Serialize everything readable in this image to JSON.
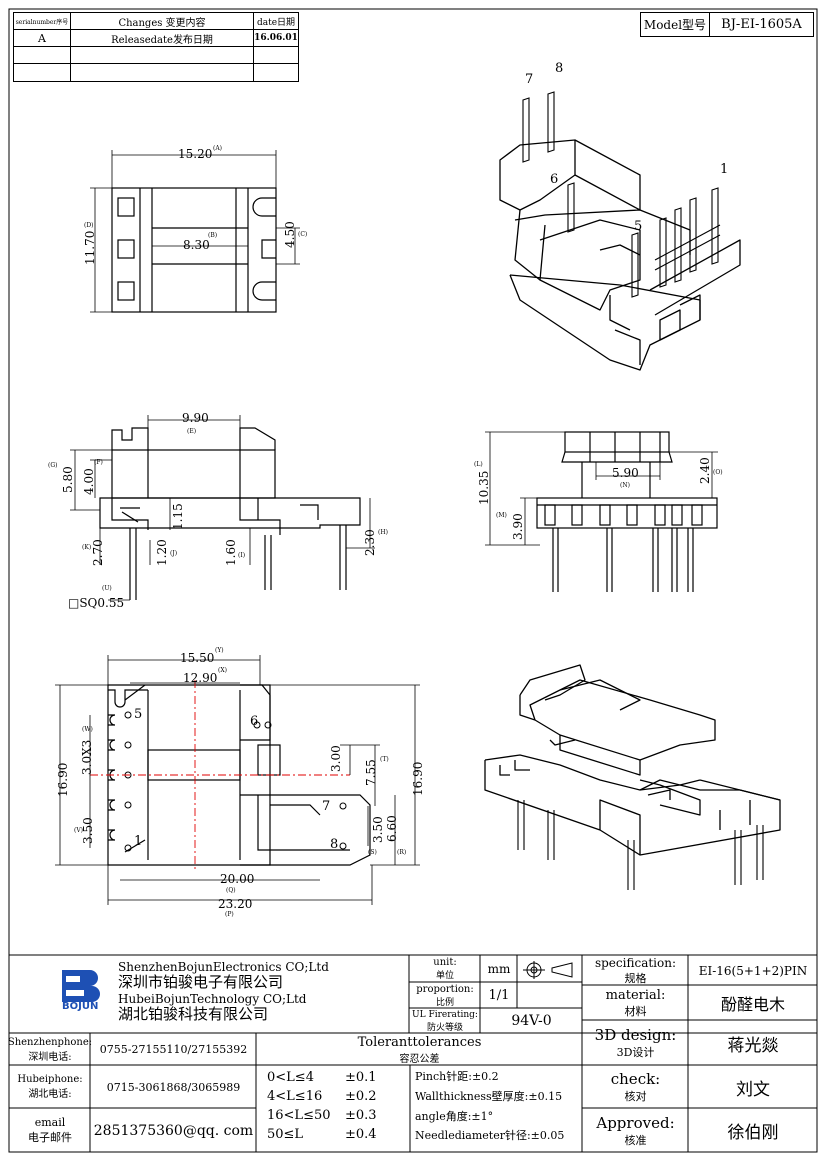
{
  "revision_table": {
    "headers": [
      "serialnumber序号",
      "Changes 变更内容",
      "date日期"
    ],
    "rows": [
      [
        "A",
        "Releasedate发布日期",
        "16.06.01"
      ]
    ]
  },
  "model": {
    "label": "Model型号",
    "value": "BJ-EI-1605A"
  },
  "top_view": {
    "dims": [
      {
        "value": "15.20",
        "tag": "(A)"
      },
      {
        "value": "8.30",
        "tag": "(B)"
      },
      {
        "value": "4.50",
        "tag": "(C)"
      },
      {
        "value": "11.70",
        "tag": "(D)"
      }
    ]
  },
  "iso_top_pins": [
    "7",
    "8",
    "6",
    "1",
    "5"
  ],
  "front_view": {
    "dims": [
      {
        "value": "9.90",
        "tag": "(E)"
      },
      {
        "value": "4.00",
        "tag": "(F)"
      },
      {
        "value": "5.80",
        "tag": "(G)"
      },
      {
        "value": "2.30",
        "tag": "(H)"
      },
      {
        "value": "1.60",
        "tag": "(I)"
      },
      {
        "value": "1.20",
        "tag": "(J)"
      },
      {
        "value": "2.70",
        "tag": "(K)"
      },
      {
        "value": "1.15",
        "tag": ""
      },
      {
        "value": "□SQ0.55",
        "tag": "(U)"
      }
    ]
  },
  "side_view": {
    "dims": [
      {
        "value": "10.35",
        "tag": "(L)"
      },
      {
        "value": "3.90",
        "tag": "(M)"
      },
      {
        "value": "5.90",
        "tag": "(N)"
      },
      {
        "value": "2.40",
        "tag": "(O)"
      }
    ]
  },
  "bottom_view": {
    "dims": [
      {
        "value": "15.50",
        "tag": "(Y)"
      },
      {
        "value": "12.90",
        "tag": "(X)"
      },
      {
        "value": "3.0X3",
        "tag": "(W)"
      },
      {
        "value": "16.90",
        "tag": ""
      },
      {
        "value": "3.50",
        "tag": "(V)"
      },
      {
        "value": "3.00",
        "tag": ""
      },
      {
        "value": "7.55",
        "tag": "(T)"
      },
      {
        "value": "16.90",
        "tag": ""
      },
      {
        "value": "3.50",
        "tag": "(S)"
      },
      {
        "value": "6.60",
        "tag": "(R)"
      },
      {
        "value": "20.00",
        "tag": "(Q)"
      },
      {
        "value": "23.20",
        "tag": "(P)"
      }
    ],
    "pins": [
      "5",
      "6",
      "1",
      "7",
      "8"
    ]
  },
  "title_block": {
    "company_en_1": "ShenzhenBojunElectronics CO;Ltd",
    "company_cn_1": "深圳市铂骏电子有限公司",
    "company_en_2": "HubeiBojunTechnology CO;Ltd",
    "company_cn_2": "湖北铂骏科技有限公司",
    "logo_text": "BOJUN",
    "unit_label_en": "unit:",
    "unit_label_cn": "单位",
    "unit_value": "mm",
    "proportion_label_en": "proportion:",
    "proportion_label_cn": "比例",
    "proportion_value": "1/1",
    "ul_label_en": "UL Firerating:",
    "ul_label_cn": "防火等级",
    "ul_value": "94V-0",
    "spec_label_en": "specification:",
    "spec_label_cn": "规格",
    "spec_value": "EI-16(5+1+2)PIN",
    "material_label_en": "material:",
    "material_label_cn": "材料",
    "material_value": "酚醛电木",
    "design_label_en": "3D design:",
    "design_label_cn": "3D设计",
    "design_value": "蒋光燚",
    "check_label_en": "check:",
    "check_label_cn": "核对",
    "check_value": "刘文",
    "approved_label_en": "Approved:",
    "approved_label_cn": "核准",
    "approved_value": "徐伯刚",
    "sz_phone_label_en": "Shenzhenphone:",
    "sz_phone_label_cn": "深圳电话:",
    "sz_phone_value": "0755-27155110/27155392",
    "hb_phone_label_en": "Hubeiphone:",
    "hb_phone_label_cn": "湖北电话:",
    "hb_phone_value": "0715-3061868/3065989",
    "email_label_en": "email",
    "email_label_cn": "电子邮件",
    "email_value": "2851375360@qq. com",
    "tol_title_en": "Toleranttolerances",
    "tol_title_cn": "容忍公差",
    "tol_rows": [
      {
        "range": "0<L≤4",
        "tol": "±0.1"
      },
      {
        "range": "4<L≤16",
        "tol": "±0.2"
      },
      {
        "range": "16<L≤50",
        "tol": "±0.3"
      },
      {
        "range": "50≤L",
        "tol": "±0.4"
      }
    ],
    "tol_notes": [
      "Pinch针距:±0.2",
      "Wallthickness壁厚度:±0.15",
      "angle角度:±1°",
      "Needlediameter针径:±0.05"
    ]
  }
}
